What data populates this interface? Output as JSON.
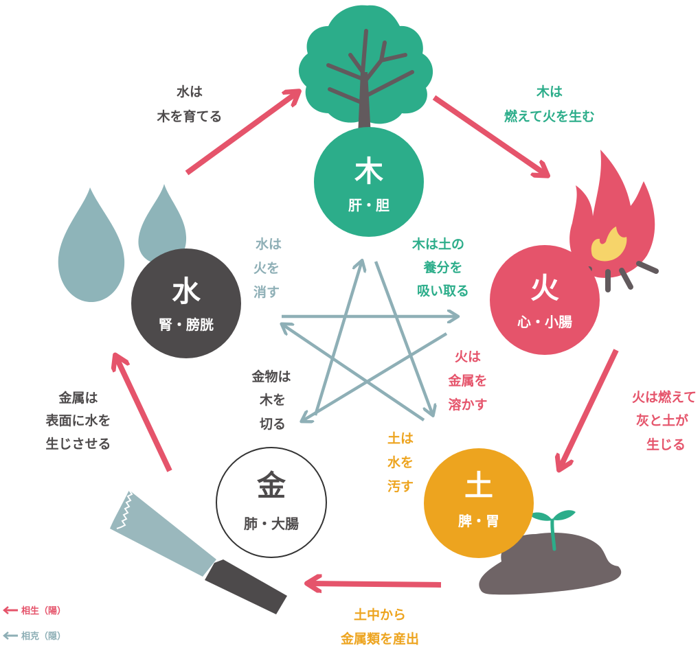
{
  "colors": {
    "generating": "#e5546b",
    "controlling": "#8eafb6",
    "wood": "#2cad8a",
    "fire": "#e5546b",
    "earth": "#eda41f",
    "metal_fill": "#ffffff",
    "metal_stroke": "#333333",
    "water": "#4d4a4b",
    "trunk": "#625a5d",
    "droplet": "#8eb4b9",
    "flame_inner": "#f6d46a",
    "soil": "#6f6466",
    "sprout": "#2cad8a",
    "saw_blade": "#9ab8bd",
    "saw_handle": "#4d4a4b",
    "text_dark": "#4d4a4b"
  },
  "elements": {
    "wood": {
      "name": "木",
      "organs": "肝・胆",
      "icon": "tree-icon"
    },
    "fire": {
      "name": "火",
      "organs": "心・小腸",
      "icon": "flame-icon"
    },
    "earth": {
      "name": "土",
      "organs": "脾・胃",
      "icon": "soil-sprout-icon"
    },
    "metal": {
      "name": "金",
      "organs": "肺・大腸",
      "icon": "saw-icon"
    },
    "water": {
      "name": "水",
      "organs": "腎・膀胱",
      "icon": "water-drops-icon"
    }
  },
  "generating_cycle": [
    {
      "from": "水",
      "to": "木",
      "text": [
        "水は",
        "木を育てる"
      ]
    },
    {
      "from": "木",
      "to": "火",
      "text": [
        "木は",
        "燃えて火を生む"
      ]
    },
    {
      "from": "火",
      "to": "土",
      "text": [
        "火は燃えて",
        "灰と土が",
        "生じる"
      ]
    },
    {
      "from": "土",
      "to": "金",
      "text": [
        "土中から",
        "金属類を産出"
      ]
    },
    {
      "from": "金",
      "to": "水",
      "text": [
        "金属は",
        "表面に水を",
        "生じさせる"
      ]
    }
  ],
  "controlling_cycle": [
    {
      "from": "木",
      "to": "土",
      "text": [
        "木は土の",
        "養分を",
        "吸い取る"
      ]
    },
    {
      "from": "火",
      "to": "金",
      "text": [
        "火は",
        "金属を",
        "溶かす"
      ]
    },
    {
      "from": "土",
      "to": "水",
      "text": [
        "土は",
        "水を",
        "汚す"
      ]
    },
    {
      "from": "金",
      "to": "木",
      "text": [
        "金物は",
        "木を",
        "切る"
      ]
    },
    {
      "from": "水",
      "to": "火",
      "text": [
        "水は",
        "火を",
        "消す"
      ]
    }
  ],
  "legend": [
    {
      "label": "相生（陽）",
      "kind": "generating"
    },
    {
      "label": "相克（隠）",
      "kind": "controlling"
    }
  ]
}
